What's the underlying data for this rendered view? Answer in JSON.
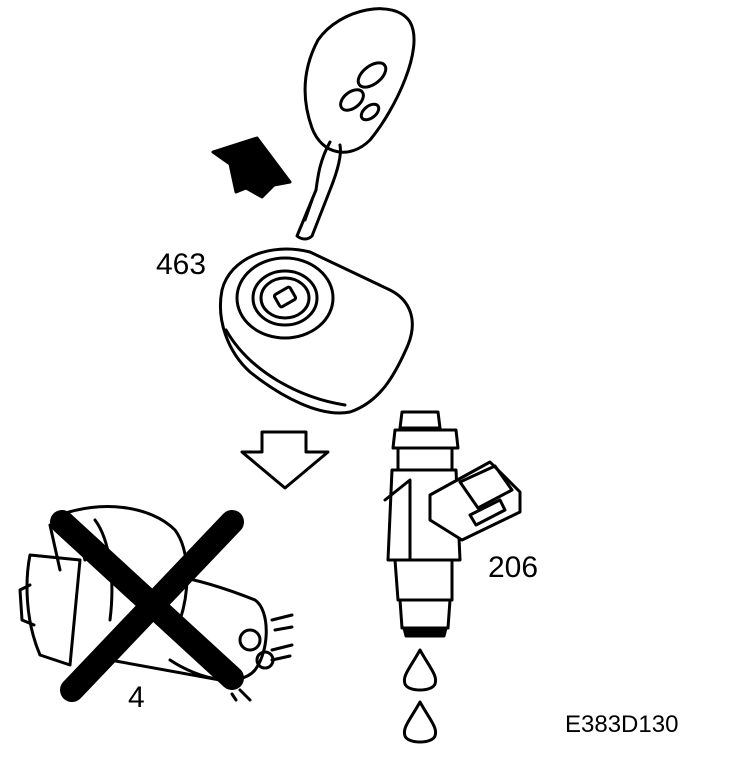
{
  "labels": {
    "ignition_switch": "463",
    "injector": "206",
    "starter_motor": "4",
    "figure_ref": "E383D130"
  },
  "icons": [
    "key-fob-icon",
    "up-arrow-icon",
    "ignition-switch-icon",
    "down-arrow-icon",
    "starter-motor-icon",
    "cross-mark-icon",
    "fuel-injector-icon",
    "fuel-drop-icon"
  ],
  "colors": {
    "ink": "#000000",
    "paper": "#ffffff"
  }
}
